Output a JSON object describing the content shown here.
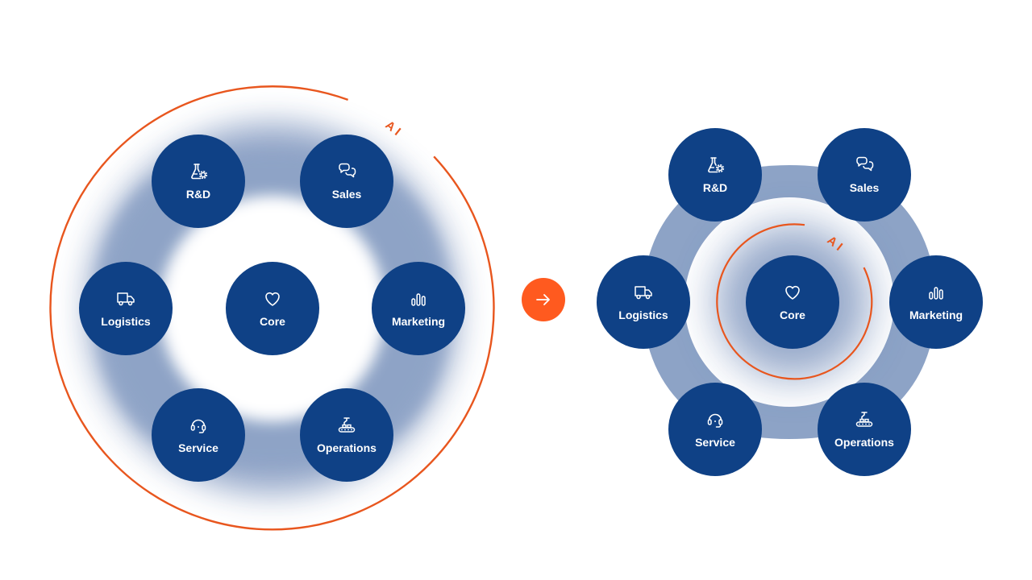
{
  "colors": {
    "node": "#0f4186",
    "web": "#8da3c6",
    "halo": "#3f629e",
    "accent": "#e8561e",
    "background": "#ffffff"
  },
  "ai_label": "AI",
  "nodes": [
    {
      "key": "rnd",
      "label": "R&D",
      "icon": "flask-gear-icon"
    },
    {
      "key": "sales",
      "label": "Sales",
      "icon": "chat-bubbles-icon"
    },
    {
      "key": "logistics",
      "label": "Logistics",
      "icon": "truck-icon"
    },
    {
      "key": "core",
      "label": "Core",
      "icon": "heart-icon"
    },
    {
      "key": "marketing",
      "label": "Marketing",
      "icon": "bar-chart-icon"
    },
    {
      "key": "service",
      "label": "Service",
      "icon": "headset-icon"
    },
    {
      "key": "operations",
      "label": "Operations",
      "icon": "conveyor-robot-icon"
    }
  ],
  "arrow_icon": "arrow-right-icon"
}
